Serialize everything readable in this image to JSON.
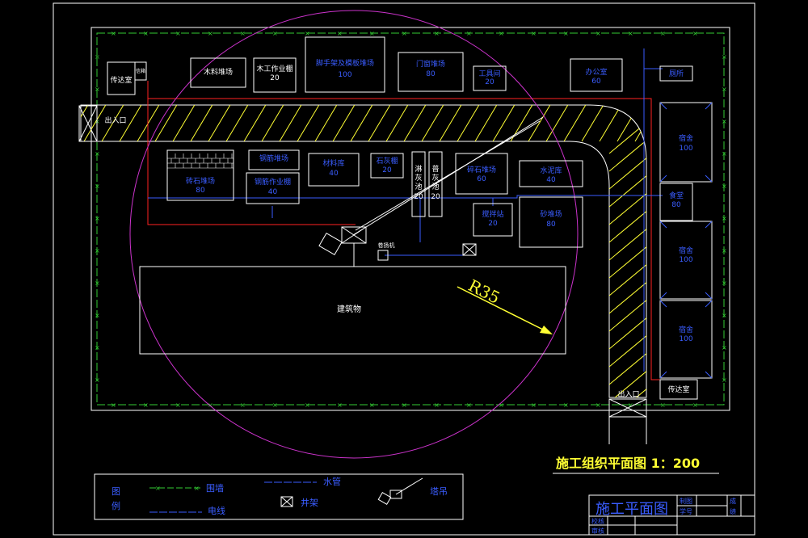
{
  "colors": {
    "background": "#000000",
    "outline": "#ffffff",
    "fence": "#33cc33",
    "label": "#3a5dff",
    "road_hatch": "#ffff33",
    "water_pipe": "#ff2222",
    "crane_radius": "#cc33cc",
    "title": "#ffff33"
  },
  "facilities": {
    "guard_room_top": "传达室",
    "mailbox": "信箱",
    "wood_yard": "木料堆场",
    "carpentry": "木工作业棚",
    "carpentry_area": "20",
    "scaffold_yard": "脚手架及模板堆场",
    "scaffold_area": "100",
    "window_yard": "门窗堆场",
    "window_area": "80",
    "tool_room": "工具间",
    "tool_area": "20",
    "office": "办公室",
    "office_area": "60",
    "toilet": "厕所",
    "dorm1": "宿舍",
    "dorm1_area": "100",
    "canteen": "食堂",
    "canteen_area": "80",
    "dorm2": "宿舍",
    "dorm2_area": "100",
    "dorm3": "宿舍",
    "dorm3_area": "100",
    "guard_room_bottom": "传达室",
    "brick_yard": "砖石堆场",
    "brick_area": "80",
    "steel_yard": "钢筋堆场",
    "steel_work": "钢筋作业棚",
    "steel_work_area": "40",
    "material_room": "材料库",
    "material_area": "40",
    "stone_shed": "石灰棚",
    "stone_area": "20",
    "lime_pit_1": "淋灰池",
    "lime_pit_1_area": "20",
    "lime_pit_2": "普灰池",
    "lime_pit_2_area": "20",
    "gravel_yard": "碎石堆场",
    "gravel_area": "60",
    "cement_room": "水泥库",
    "cement_area": "40",
    "mixer": "搅拌站",
    "mixer_area": "20",
    "sand_yard": "砂堆场",
    "sand_area": "80",
    "hoist": "卷扬机",
    "building": "建筑物",
    "entrance_left": "出入口",
    "entrance_bottom": "出入口"
  },
  "crane_radius_label": "R35",
  "plan_title": "施工组织平面图 1：200",
  "legend": {
    "title": "图例",
    "fence": "围墙",
    "water_pipe": "水管",
    "power_line": "电线",
    "well_frame": "井架",
    "tower_crane": "塔吊"
  },
  "title_block": {
    "title": "施工平面图",
    "drawn_by": "制图",
    "student_id": "学号",
    "score": "成绩",
    "check": "校核",
    "review": "审核"
  }
}
